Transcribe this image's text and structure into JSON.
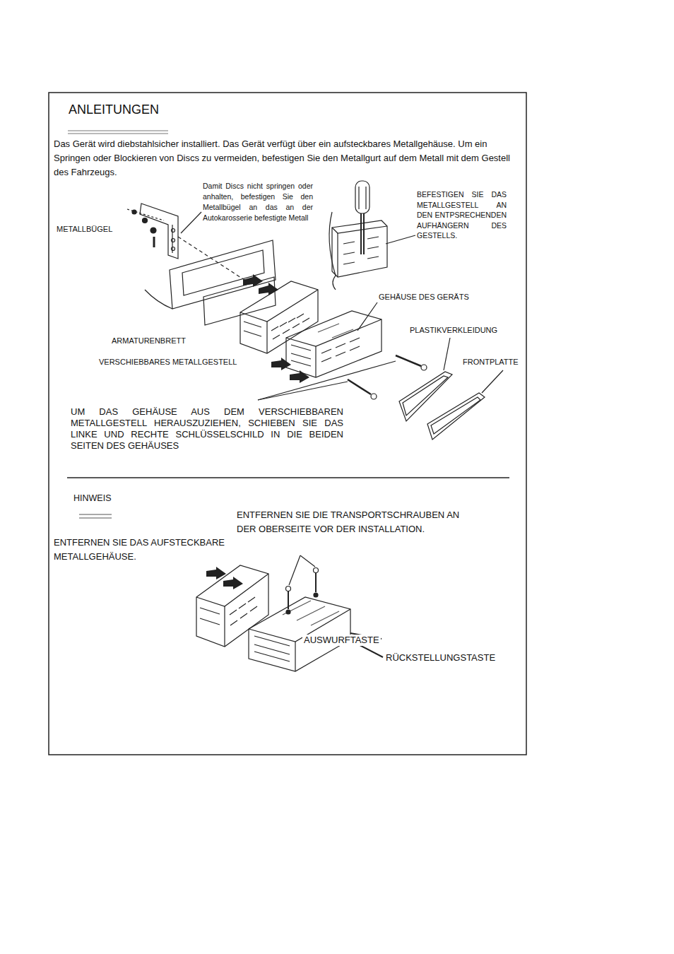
{
  "diagram": {
    "title": "ANLEITUNGEN",
    "labels": [
      "Das Gerät wird diebstahlsicher installiert. Das Gerät verfügt über ein aufsteckbares Metallgehäuse. Um ein Springen oder Blockieren von Discs zu vermeiden, befestigen Sie den Metallgurt auf dem Metall mit dem Gestell des Fahrzeugs.",
      "Damit Discs nicht springen oder anhalten, befestigen Sie den Metallbügel an das an der Autokarosserie befestigte Metall",
      "METALLBÜGEL",
      "BEFESTIGEN SIE DAS METALLGESTELL AN DEN ENTPSRECHENDEN AUFHÄNGERN DES GESTELLS.",
      "GEHÄUSE DES GERÄTS",
      "PLASTIKVERKLEIDUNG",
      "ARMATURENBRETT",
      "VERSCHIEBBARES METALLGESTELL",
      "FRONTPLATTE",
      "UM DAS GEHÄUSE AUS DEM VERSCHIEBBAREN METALLGESTELL HERAUSZUZIEHEN, SCHIEBEN SIE DAS LINKE UND RECHTE SCHLÜSSELSCHILD IN DIE BEIDEN SEITEN DES GEHÄUSES",
      "HINWEIS",
      "ENTFERNEN SIE DIE TRANSPORTSCHRAUBEN AN DER OBERSEITE VOR DER INSTALLATION.",
      "ENTFERNEN SIE DAS AUFSTECKBARE METALLGEHÄUSE.",
      "AUSWURFTASTE",
      "RÜCKSTELLUNGSTASTE"
    ]
  }
}
